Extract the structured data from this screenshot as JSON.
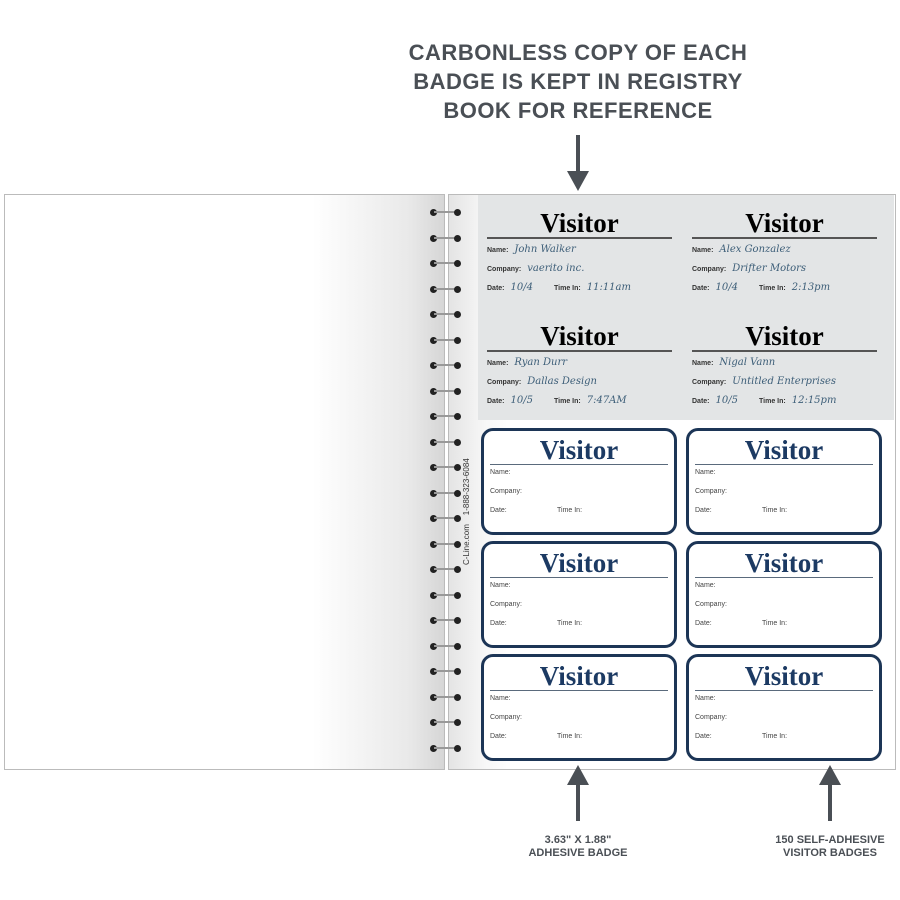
{
  "callouts": {
    "top": [
      "CARBONLESS COPY OF EACH",
      "BADGE IS KEPT IN REGISTRY",
      "BOOK FOR REFERENCE"
    ],
    "bottom_left": [
      "3.63\" X 1.88\"",
      "ADHESIVE BADGE"
    ],
    "bottom_right": [
      "150 SELF-ADHESIVE",
      "VISITOR BADGES"
    ]
  },
  "side_text": {
    "website": "C-Line.com",
    "phone": "1-888-323-6084"
  },
  "badge_labels": {
    "title": "Visitor",
    "name": "Name:",
    "company": "Company:",
    "date": "Date:",
    "time": "Time In:"
  },
  "carbon_copies": [
    {
      "name": "John Walker",
      "company": "vaerito inc.",
      "date": "10/4",
      "time": "11:11am"
    },
    {
      "name": "Alex Gonzalez",
      "company": "Drifter Motors",
      "date": "10/4",
      "time": "2:13pm"
    },
    {
      "name": "Ryan Durr",
      "company": "Dallas Design",
      "date": "10/5",
      "time": "7:47AM"
    },
    {
      "name": "Nigal Vann",
      "company": "Untitled Enterprises",
      "date": "10/5",
      "time": "12:15pm"
    }
  ],
  "colors": {
    "badge_border": "#1c3556",
    "badge_title": "#1c3a63",
    "caption": "#4a4f55",
    "carbon_bg": "#e3e5e6"
  }
}
